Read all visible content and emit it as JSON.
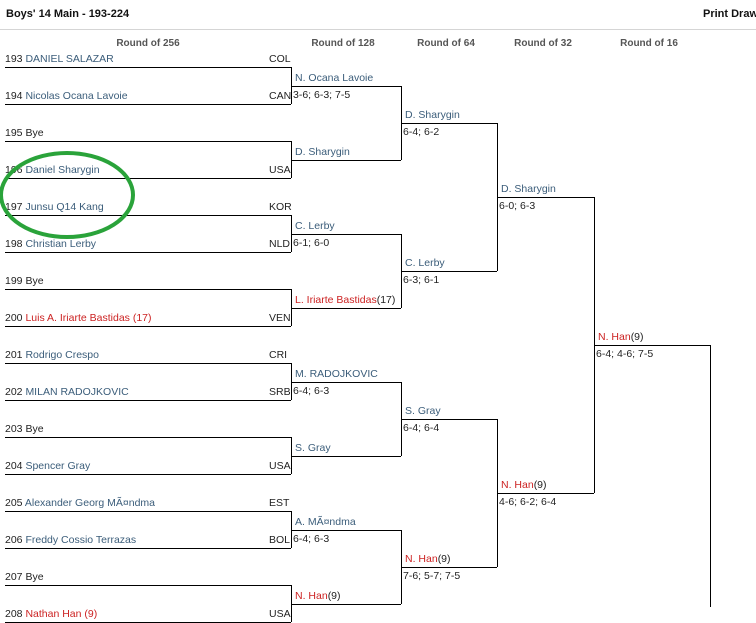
{
  "header": {
    "title": "Boys' 14 Main - 193-224",
    "print_label": "Print Draw"
  },
  "round_headers": [
    "Round of 256",
    "Round of 128",
    "Round of 64",
    "Round of 32",
    "Round of 16"
  ],
  "entries": [
    {
      "num": "193",
      "name": "DANIEL SALAZAR",
      "country": "COL",
      "style": "link"
    },
    {
      "num": "194",
      "name": "Nicolas Ocana Lavoie",
      "country": "CAN",
      "style": "link"
    },
    {
      "num": "195",
      "name": "Bye",
      "country": "",
      "style": "plain"
    },
    {
      "num": "196",
      "name": "Daniel Sharygin",
      "country": "USA",
      "style": "link"
    },
    {
      "num": "197",
      "name": "Junsu Q14 Kang",
      "country": "KOR",
      "style": "link"
    },
    {
      "num": "198",
      "name": "Christian Lerby",
      "country": "NLD",
      "style": "link"
    },
    {
      "num": "199",
      "name": "Bye",
      "country": "",
      "style": "plain"
    },
    {
      "num": "200",
      "name": "Luis A. Iriarte Bastidas (17)",
      "country": "VEN",
      "style": "red"
    },
    {
      "num": "201",
      "name": "Rodrigo Crespo",
      "country": "CRI",
      "style": "link"
    },
    {
      "num": "202",
      "name": "MILAN RADOJKOVIC",
      "country": "SRB",
      "style": "link"
    },
    {
      "num": "203",
      "name": "Bye",
      "country": "",
      "style": "plain"
    },
    {
      "num": "204",
      "name": "Spencer Gray",
      "country": "USA",
      "style": "link"
    },
    {
      "num": "205",
      "name": "Alexander Georg MÃ¤ndma",
      "country": "EST",
      "style": "link"
    },
    {
      "num": "206",
      "name": "Freddy Cossio Terrazas",
      "country": "BOL",
      "style": "link"
    },
    {
      "num": "207",
      "name": "Bye",
      "country": "",
      "style": "plain"
    },
    {
      "num": "208",
      "name": "Nathan Han (9)",
      "country": "USA",
      "style": "red"
    }
  ],
  "r128": [
    {
      "winner": "N. Ocana Lavoie",
      "seed": "",
      "score": "3-6; 6-3; 7-5",
      "style": "link"
    },
    {
      "winner": "D. Sharygin",
      "seed": "",
      "score": "",
      "style": "link"
    },
    {
      "winner": "C. Lerby",
      "seed": "",
      "score": "6-1; 6-0",
      "style": "link"
    },
    {
      "winner": "L. Iriarte Bastidas",
      "seed": "(17)",
      "score": "",
      "style": "red"
    },
    {
      "winner": "M. RADOJKOVIC",
      "seed": "",
      "score": "6-4; 6-3",
      "style": "link"
    },
    {
      "winner": "S. Gray",
      "seed": "",
      "score": "",
      "style": "link"
    },
    {
      "winner": "A. MÃ¤ndma",
      "seed": "",
      "score": "6-4; 6-3",
      "style": "link"
    },
    {
      "winner": "N. Han",
      "seed": "(9)",
      "score": "",
      "style": "red"
    }
  ],
  "r64": [
    {
      "winner": "D. Sharygin",
      "seed": "",
      "score": "6-4; 6-2",
      "style": "link"
    },
    {
      "winner": "C. Lerby",
      "seed": "",
      "score": "6-3; 6-1",
      "style": "link"
    },
    {
      "winner": "S. Gray",
      "seed": "",
      "score": "6-4; 6-4",
      "style": "link"
    },
    {
      "winner": "N. Han",
      "seed": "(9)",
      "score": "7-6; 5-7; 7-5",
      "style": "red"
    }
  ],
  "r32": [
    {
      "winner": "D. Sharygin",
      "seed": "",
      "score": "6-0; 6-3",
      "style": "link"
    },
    {
      "winner": "N. Han",
      "seed": "(9)",
      "score": "4-6; 6-2; 6-4",
      "style": "red"
    }
  ],
  "r16": [
    {
      "winner": "N. Han",
      "seed": "(9)",
      "score": "6-4; 4-6; 7-5",
      "style": "red"
    }
  ],
  "annotation": {
    "color": "#2aa33a"
  }
}
